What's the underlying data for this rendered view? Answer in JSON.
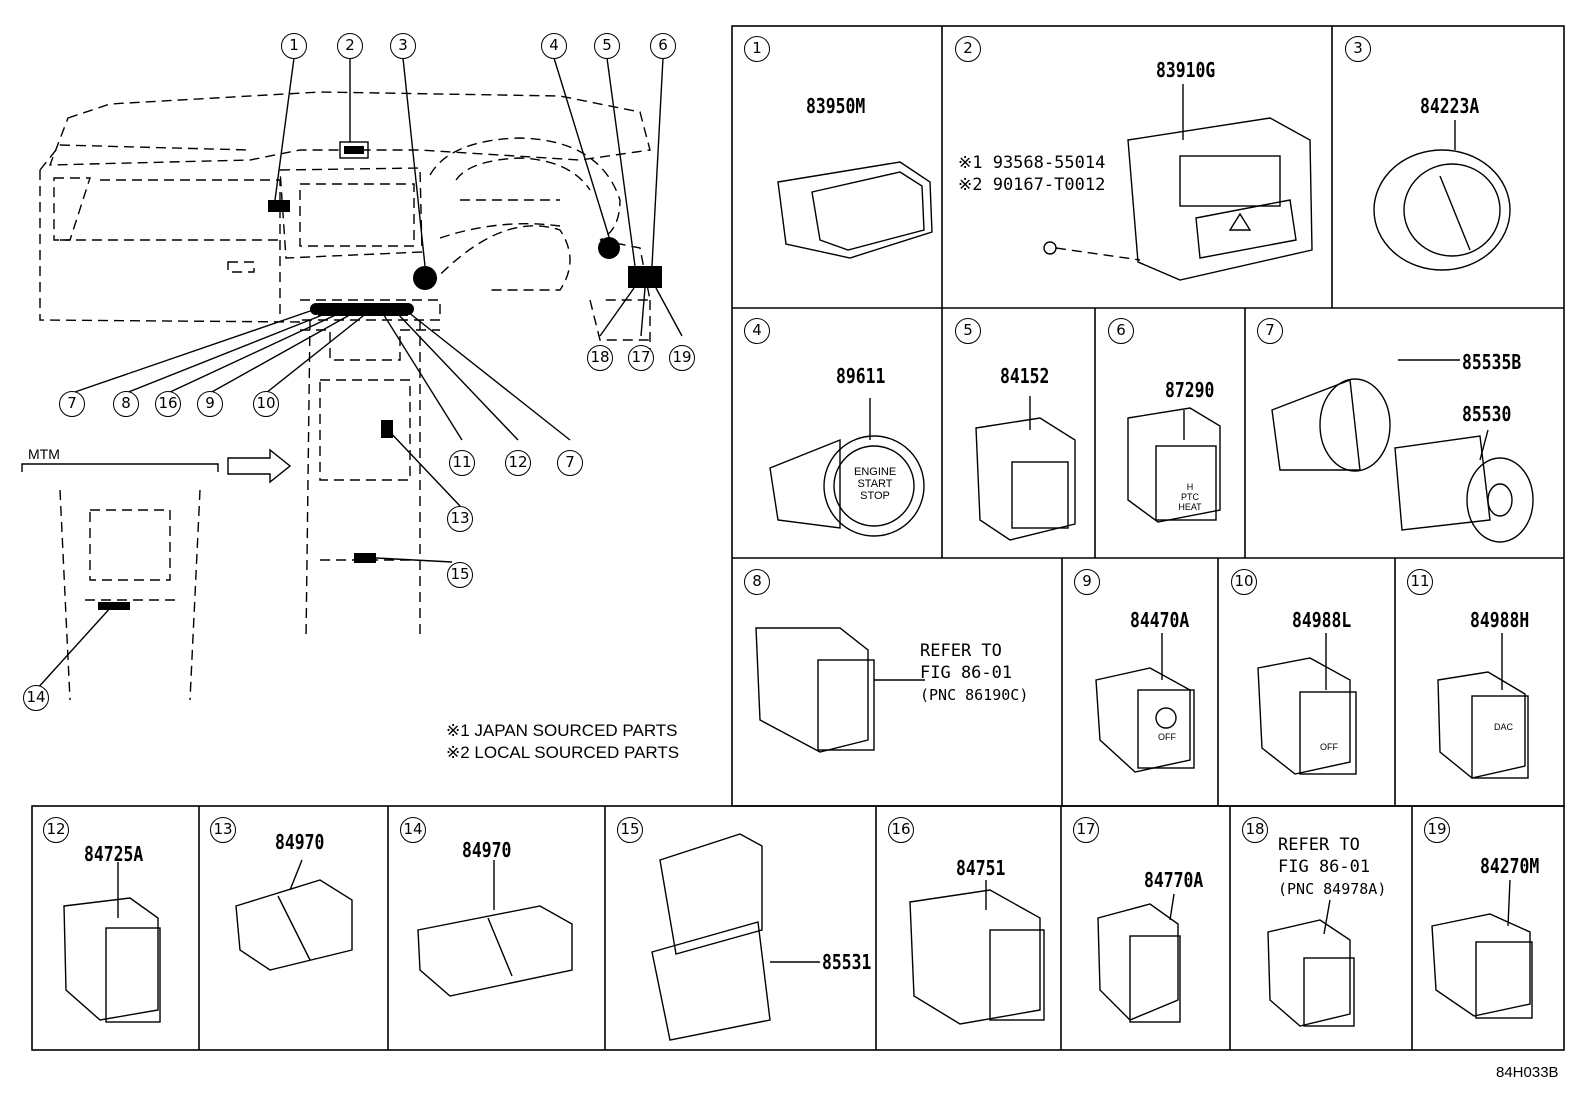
{
  "overview": {
    "callouts": [
      "1",
      "2",
      "3",
      "4",
      "5",
      "6",
      "7",
      "8",
      "16",
      "9",
      "10",
      "11",
      "12",
      "7",
      "13",
      "15",
      "14",
      "18",
      "17",
      "19"
    ],
    "mtm_label": "MTM",
    "notes": [
      "※1 JAPAN SOURCED PARTS",
      "※2 LOCAL SOURCED PARTS"
    ]
  },
  "panels": [
    {
      "num": "1",
      "part": "83950M"
    },
    {
      "num": "2",
      "part": "83910G",
      "screw_notes": [
        "※1 93568-55014",
        "※2 90167-T0012"
      ]
    },
    {
      "num": "3",
      "part": "84223A"
    },
    {
      "num": "4",
      "part": "89611",
      "button_text": [
        "ENGINE",
        "START",
        "STOP"
      ]
    },
    {
      "num": "5",
      "part": "84152"
    },
    {
      "num": "6",
      "part": "87290",
      "button_text": [
        "H",
        "PTC",
        "HEAT"
      ]
    },
    {
      "num": "7",
      "parts": [
        "85535B",
        "85530"
      ]
    },
    {
      "num": "8",
      "refer": [
        "REFER TO",
        "FIG 86-01",
        "(PNC 86190C)"
      ]
    },
    {
      "num": "9",
      "part": "84470A",
      "button_text": [
        "OFF"
      ]
    },
    {
      "num": "10",
      "part": "84988L",
      "button_text": [
        "OFF"
      ]
    },
    {
      "num": "11",
      "part": "84988H",
      "button_text": [
        "DAC"
      ]
    },
    {
      "num": "12",
      "part": "84725A"
    },
    {
      "num": "13",
      "part": "84970"
    },
    {
      "num": "14",
      "part": "84970"
    },
    {
      "num": "15",
      "part": "85531"
    },
    {
      "num": "16",
      "part": "84751"
    },
    {
      "num": "17",
      "part": "84770A"
    },
    {
      "num": "18",
      "refer": [
        "REFER TO",
        "FIG 86-01",
        "(PNC 84978A)"
      ]
    },
    {
      "num": "19",
      "part": "84270M"
    }
  ],
  "figure_code": "84H033B"
}
